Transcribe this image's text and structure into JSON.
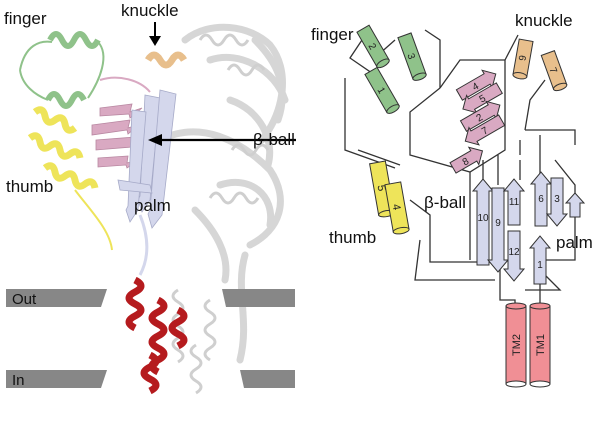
{
  "left_panel": {
    "labels": {
      "finger": "finger",
      "knuckle": "knuckle",
      "thumb": "thumb",
      "palm": "palm",
      "beta_ball": "β-ball",
      "out": "Out",
      "in": "In"
    }
  },
  "right_panel": {
    "labels": {
      "finger": "finger",
      "knuckle": "knuckle",
      "thumb": "thumb",
      "palm": "palm",
      "beta_ball": "β-ball"
    },
    "finger_helices": [
      "1",
      "2",
      "3"
    ],
    "knuckle_helices": [
      "6",
      "7"
    ],
    "thumb_helices": [
      "4",
      "5"
    ],
    "beta_ball_strands": [
      "2",
      "4",
      "5",
      "7",
      "8"
    ],
    "palm_strands_left": [
      "10",
      "9",
      "11",
      "12"
    ],
    "palm_strands_right": [
      "6",
      "3",
      "1"
    ],
    "transmembrane": [
      "TM2",
      "TM1"
    ]
  },
  "colors": {
    "finger": "#8fc28a",
    "knuckle": "#e8bf8c",
    "thumb": "#eee45a",
    "beta_ball": "#d9a9c2",
    "palm": "#d4d7ec",
    "transmembrane": "#f08f95",
    "tm_helix_dark": "#b51b1e",
    "membrane": "#878787"
  }
}
